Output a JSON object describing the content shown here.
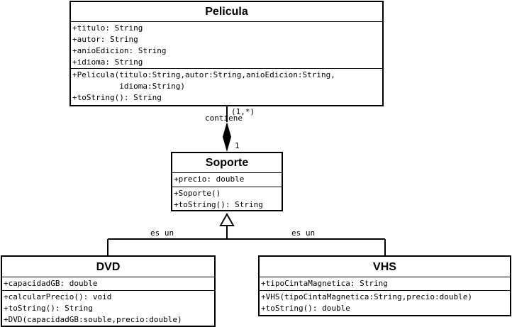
{
  "classes": {
    "pelicula": {
      "name": "Pelicula",
      "attributes": [
        "+titulo: String",
        "+autor: String",
        "+anioEdicion: String",
        "+idioma: String"
      ],
      "methods": [
        "+Pelicula(titulo:String,autor:String,anioEdicion:String,",
        "          idioma:String)",
        "+toString(): String"
      ]
    },
    "soporte": {
      "name": "Soporte",
      "attributes": [
        "+precio: double"
      ],
      "methods": [
        "+Soporte()",
        "+toString(): String"
      ]
    },
    "dvd": {
      "name": "DVD",
      "attributes": [
        "+capacidadGB: double"
      ],
      "methods": [
        "+calcularPrecio(): void",
        "+toString(): String",
        "+DVD(capacidadGB:souble,precio:double)"
      ]
    },
    "vhs": {
      "name": "VHS",
      "attributes": [
        "+tipoCintaMagnetica: String"
      ],
      "methods": [
        "+VHS(tipoCintaMagnetica:String,precio:double)",
        "+toString(): double"
      ]
    }
  },
  "relations": {
    "composition": {
      "label": "contiene",
      "source_multiplicity": "(1,*)",
      "target_multiplicity": "1"
    },
    "inheritance_dvd": {
      "label": "es un"
    },
    "inheritance_vhs": {
      "label": "es un"
    }
  }
}
